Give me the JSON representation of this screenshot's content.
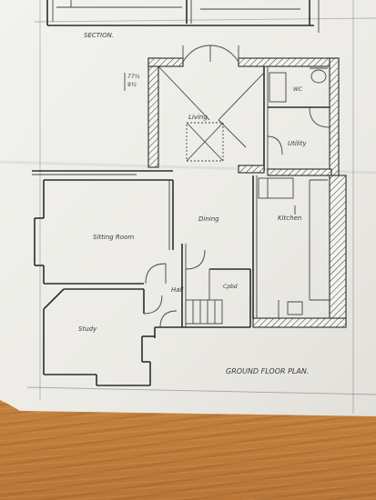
{
  "drawing": {
    "section_label": "SECTION.",
    "plan_title": "GROUND FLOOR PLAN.",
    "rooms": {
      "living": "Living",
      "wc": "WC",
      "utility": "Utility",
      "dining": "Dining",
      "kitchen": "Kitchen",
      "sitting_room": "Sitting Room",
      "hall": "Hall",
      "cpbd": "Cpbd",
      "study": "Study"
    }
  }
}
